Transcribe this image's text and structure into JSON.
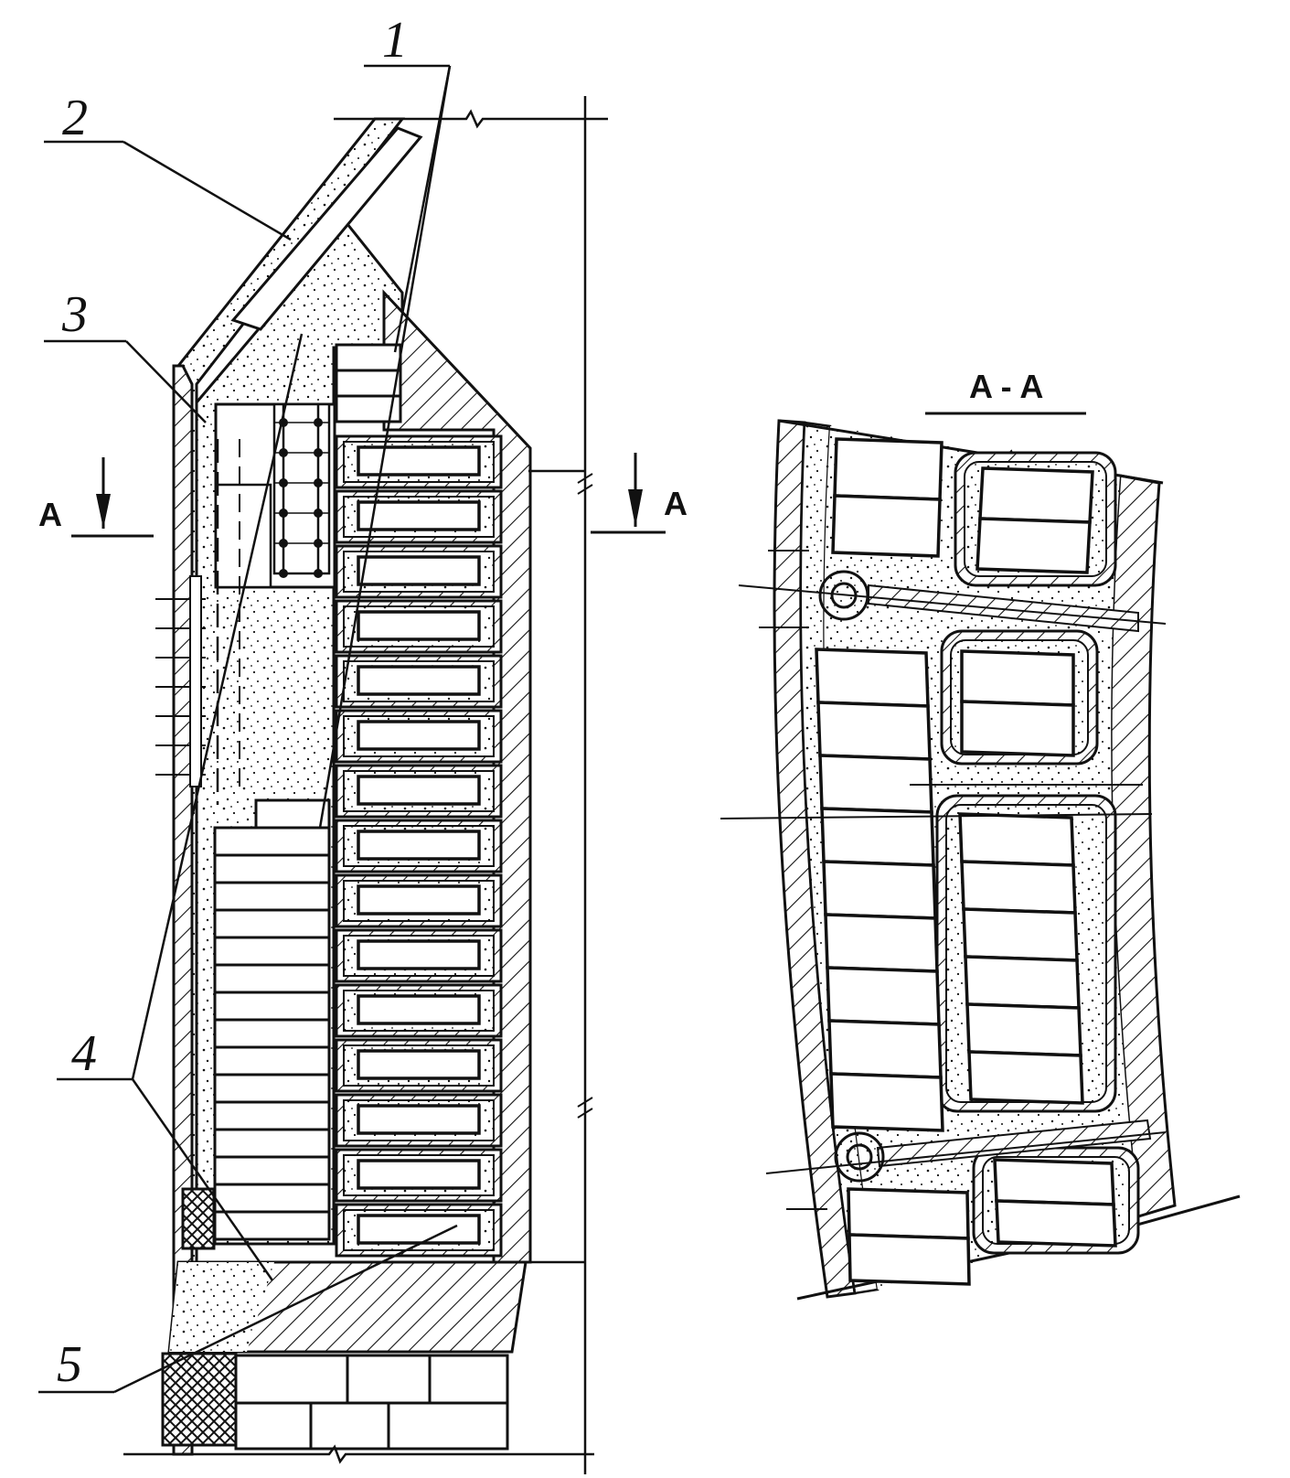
{
  "callouts": [
    {
      "id": "1",
      "text": "1"
    },
    {
      "id": "2",
      "text": "2"
    },
    {
      "id": "3",
      "text": "3"
    },
    {
      "id": "4",
      "text": "4"
    },
    {
      "id": "5",
      "text": "5"
    }
  ],
  "section": {
    "title": "A - A",
    "mark_left": "A",
    "mark_right": "A"
  }
}
